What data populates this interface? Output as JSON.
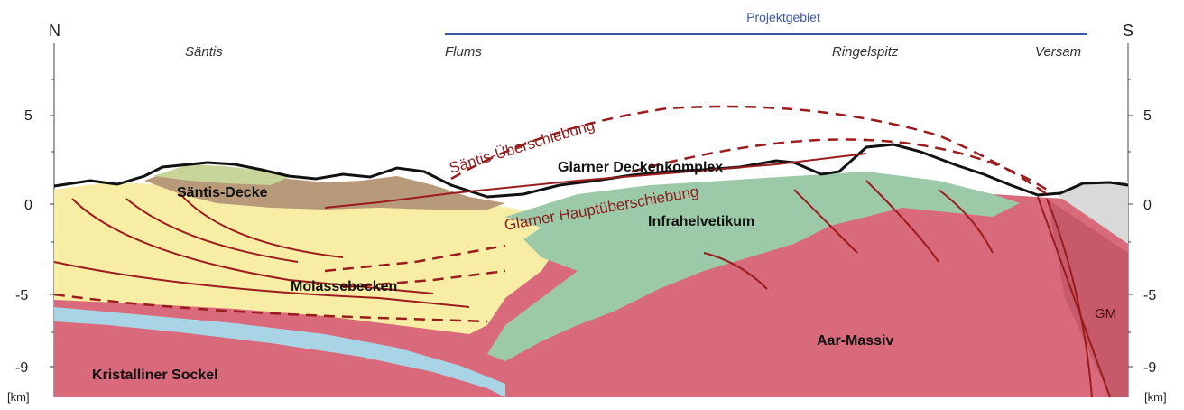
{
  "directions": {
    "north": "N",
    "south": "S"
  },
  "project_area": "Projektgebiet",
  "locations": {
    "saentis": "Säntis",
    "flums": "Flums",
    "ringelspitz": "Ringelspitz",
    "versam": "Versam"
  },
  "axis": {
    "ticks": [
      "5",
      "0",
      "-5",
      "-9"
    ],
    "unit": "[km]"
  },
  "units": {
    "saentis_decke": "Säntis-Decke",
    "glarner_deckenkomplex": "Glarner Deckenkomplex",
    "infrahelvetikum": "Infrahelvetikum",
    "molassebecken": "Molassebecken",
    "aar_massiv": "Aar-Massiv",
    "kristalliner_sockel": "Kristalliner Sockel",
    "gm": "GM"
  },
  "faults": {
    "saentis_ueberschiebung": "Säntis-Überschiebung",
    "glarner_hauptueberschiebung": "Glarner Hauptüberschiebung"
  },
  "colors": {
    "molasse": "#f7eda4",
    "crystalline": "#d96a7c",
    "infrahelvetic": "#9ccaa8",
    "nappe_brown": "#b79a7a",
    "fault": "#9b1c1c",
    "blue_layer": "#a9d4e6",
    "project_line": "#3a57a8"
  }
}
